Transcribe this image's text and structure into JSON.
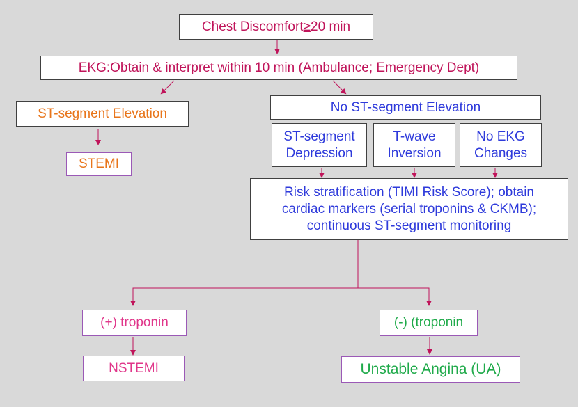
{
  "colors": {
    "magenta": "#c0145a",
    "orange": "#e8751a",
    "blue": "#2e3adb",
    "pink": "#e0368a",
    "green": "#1faa4a",
    "connector": "#c0145a",
    "background": "#d9d9d9"
  },
  "nodes": {
    "chest": {
      "prefix": "Chest Discomfort ",
      "ge": "≥",
      "suffix": " 20 min"
    },
    "ekg": "EKG:Obtain & interpret within 10 min (Ambulance; Emergency Dept)",
    "st_elev": "ST-segment Elevation",
    "stemi": "STEMI",
    "no_st_elev": "No ST-segment Elevation",
    "st_dep": "ST-segment\nDepression",
    "t_wave": "T-wave\nInversion",
    "no_ekg": "No EKG\nChanges",
    "risk": "Risk stratification (TIMI Risk Score); obtain\ncardiac markers (serial troponins & CKMB);\ncontinuous ST-segment monitoring",
    "pos_trop": "(+) troponin",
    "neg_trop": "(-) (troponin",
    "nstemi": "NSTEMI",
    "ua": "Unstable Angina (UA)"
  }
}
